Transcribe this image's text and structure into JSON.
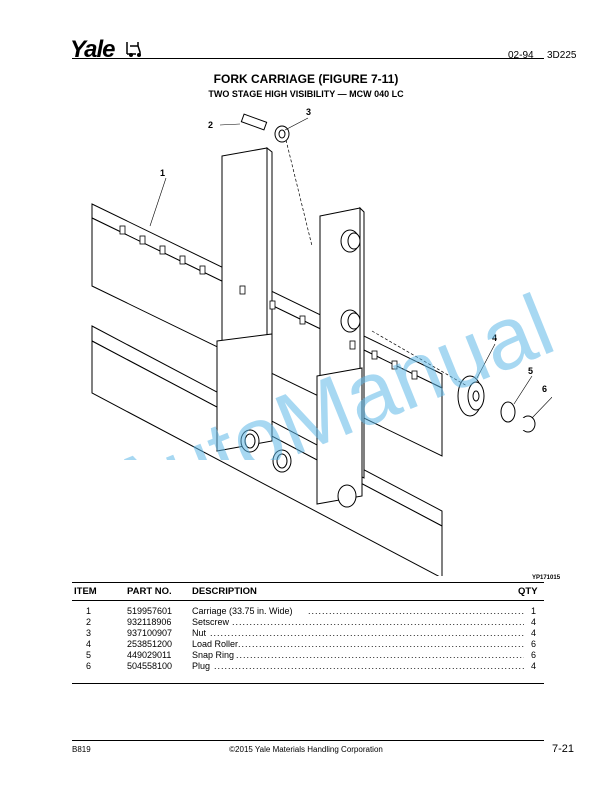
{
  "header": {
    "brand": "Yale",
    "date_code": "02-94",
    "doc_code": "3D225"
  },
  "title": "FORK CARRIAGE (FIGURE 7-11)",
  "subtitle": "TWO STAGE HIGH VISIBILITY — MCW 040 LC",
  "figure": {
    "callouts": [
      "1",
      "2",
      "3",
      "4",
      "5",
      "6"
    ],
    "figure_id": "YP171015"
  },
  "watermark": "AutoManual",
  "table": {
    "headers": {
      "item": "ITEM",
      "part": "PART NO.",
      "desc": "DESCRIPTION",
      "qty": "QTY"
    },
    "rows": [
      {
        "item": "1",
        "part": "519957601",
        "desc": "Carriage (33.75 in. Wide)",
        "qty": "1"
      },
      {
        "item": "2",
        "part": "932118906",
        "desc": "Setscrew",
        "qty": "4"
      },
      {
        "item": "3",
        "part": "937100907",
        "desc": "Nut",
        "qty": "4"
      },
      {
        "item": "4",
        "part": "253851200",
        "desc": "Load Roller",
        "qty": "6"
      },
      {
        "item": "5",
        "part": "449029011",
        "desc": "Snap Ring",
        "qty": "6"
      },
      {
        "item": "6",
        "part": "504558100",
        "desc": "Plug",
        "qty": "4"
      }
    ]
  },
  "footer": {
    "left": "B819",
    "center": "©2015 Yale Materials Handling Corporation",
    "page": "7-21"
  }
}
